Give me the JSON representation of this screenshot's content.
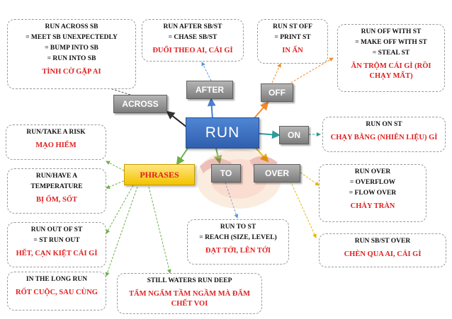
{
  "center": {
    "label": "RUN"
  },
  "hubs": {
    "after": "AFTER",
    "off": "OFF",
    "across": "ACROSS",
    "on": "ON",
    "phrases": "PHRASES",
    "to": "TO",
    "over": "OVER"
  },
  "boxes": {
    "run_across": {
      "lines": [
        "RUN ACROSS SB",
        "= MEET SB UNEXPECTEDLY",
        "= BUMP INTO SB",
        "= RUN INTO SB"
      ],
      "meaning": "TÌNH CỜ GẶP AI"
    },
    "run_after": {
      "lines": [
        "RUN AFTER SB/ST",
        "= CHASE SB/ST"
      ],
      "meaning": "ĐUỔI THEO AI, CÁI GÌ"
    },
    "run_st_off": {
      "lines": [
        "RUN ST OFF",
        "= PRINT ST"
      ],
      "meaning": "IN ẤN"
    },
    "run_off_with": {
      "lines": [
        "RUN OFF WITH ST",
        "= MAKE OFF WITH ST",
        "= STEAL ST"
      ],
      "meaning": "ĂN TRỘM CÁI GÌ (RỒI CHẠY MẤT)"
    },
    "run_on": {
      "lines": [
        "RUN ON ST"
      ],
      "meaning": "CHẠY BẰNG (NHIÊN LIỆU) GÌ"
    },
    "take_risk": {
      "lines": [
        "RUN/TAKE A RISK"
      ],
      "meaning": "MẠO HIỂM"
    },
    "temperature": {
      "lines": [
        "RUN/HAVE A",
        "TEMPERATURE"
      ],
      "meaning": "BỊ ỐM, SỐT"
    },
    "run_over": {
      "lines": [
        "RUN OVER",
        "= OVERFLOW",
        "= FLOW OVER"
      ],
      "meaning": "CHẢY TRÀN"
    },
    "run_to": {
      "lines": [
        "RUN TO ST",
        "= REACH (SIZE, LEVEL)"
      ],
      "meaning": "ĐẠT TỚI, LÊN TỚI"
    },
    "run_sb_over": {
      "lines": [
        "RUN SB/ST OVER"
      ],
      "meaning": "CHÈN QUA AI, CÁI GÌ"
    },
    "run_out_of": {
      "lines": [
        "RUN OUT OF ST",
        "= ST RUN OUT"
      ],
      "meaning": "HẾT, CẠN KIỆT CÁI GÌ"
    },
    "long_run": {
      "lines": [
        "IN THE LONG RUN"
      ],
      "meaning": "RỐT CUỘC, SAU CÙNG"
    },
    "still_waters": {
      "lines": [
        "STILL WATERS RUN DEEP"
      ],
      "meaning": "TẨM NGẨM TẦM NGẦM MÀ ĐẤM CHẾT VOI"
    }
  },
  "colors": {
    "center": "#3a6fc4",
    "phrases": "#f5c800",
    "meaning": "#e02020",
    "hub": "#8c8c8c"
  }
}
